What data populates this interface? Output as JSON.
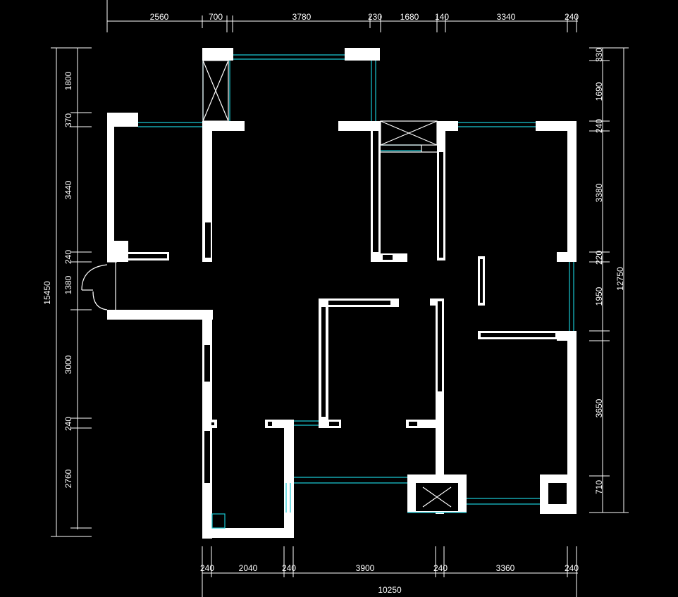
{
  "dimensions": {
    "top": [
      "2560",
      "700",
      "3780",
      "230",
      "1680",
      "140",
      "3340",
      "240"
    ],
    "bottom": [
      "240",
      "2040",
      "240",
      "3900",
      "240",
      "3360",
      "240"
    ],
    "bottom_total": "10250",
    "left": [
      "1800",
      "370",
      "3440",
      "240",
      "1380",
      "3000",
      "240",
      "2760"
    ],
    "left_total": "15450",
    "right": [
      "330",
      "1690",
      "240",
      "3380",
      "220",
      "1950",
      "3650",
      "710"
    ],
    "right_total": "12750"
  },
  "colors": {
    "background": "#000000",
    "wall": "#ffffff",
    "window": "#19c8d2",
    "dimension": "#ffffff"
  }
}
